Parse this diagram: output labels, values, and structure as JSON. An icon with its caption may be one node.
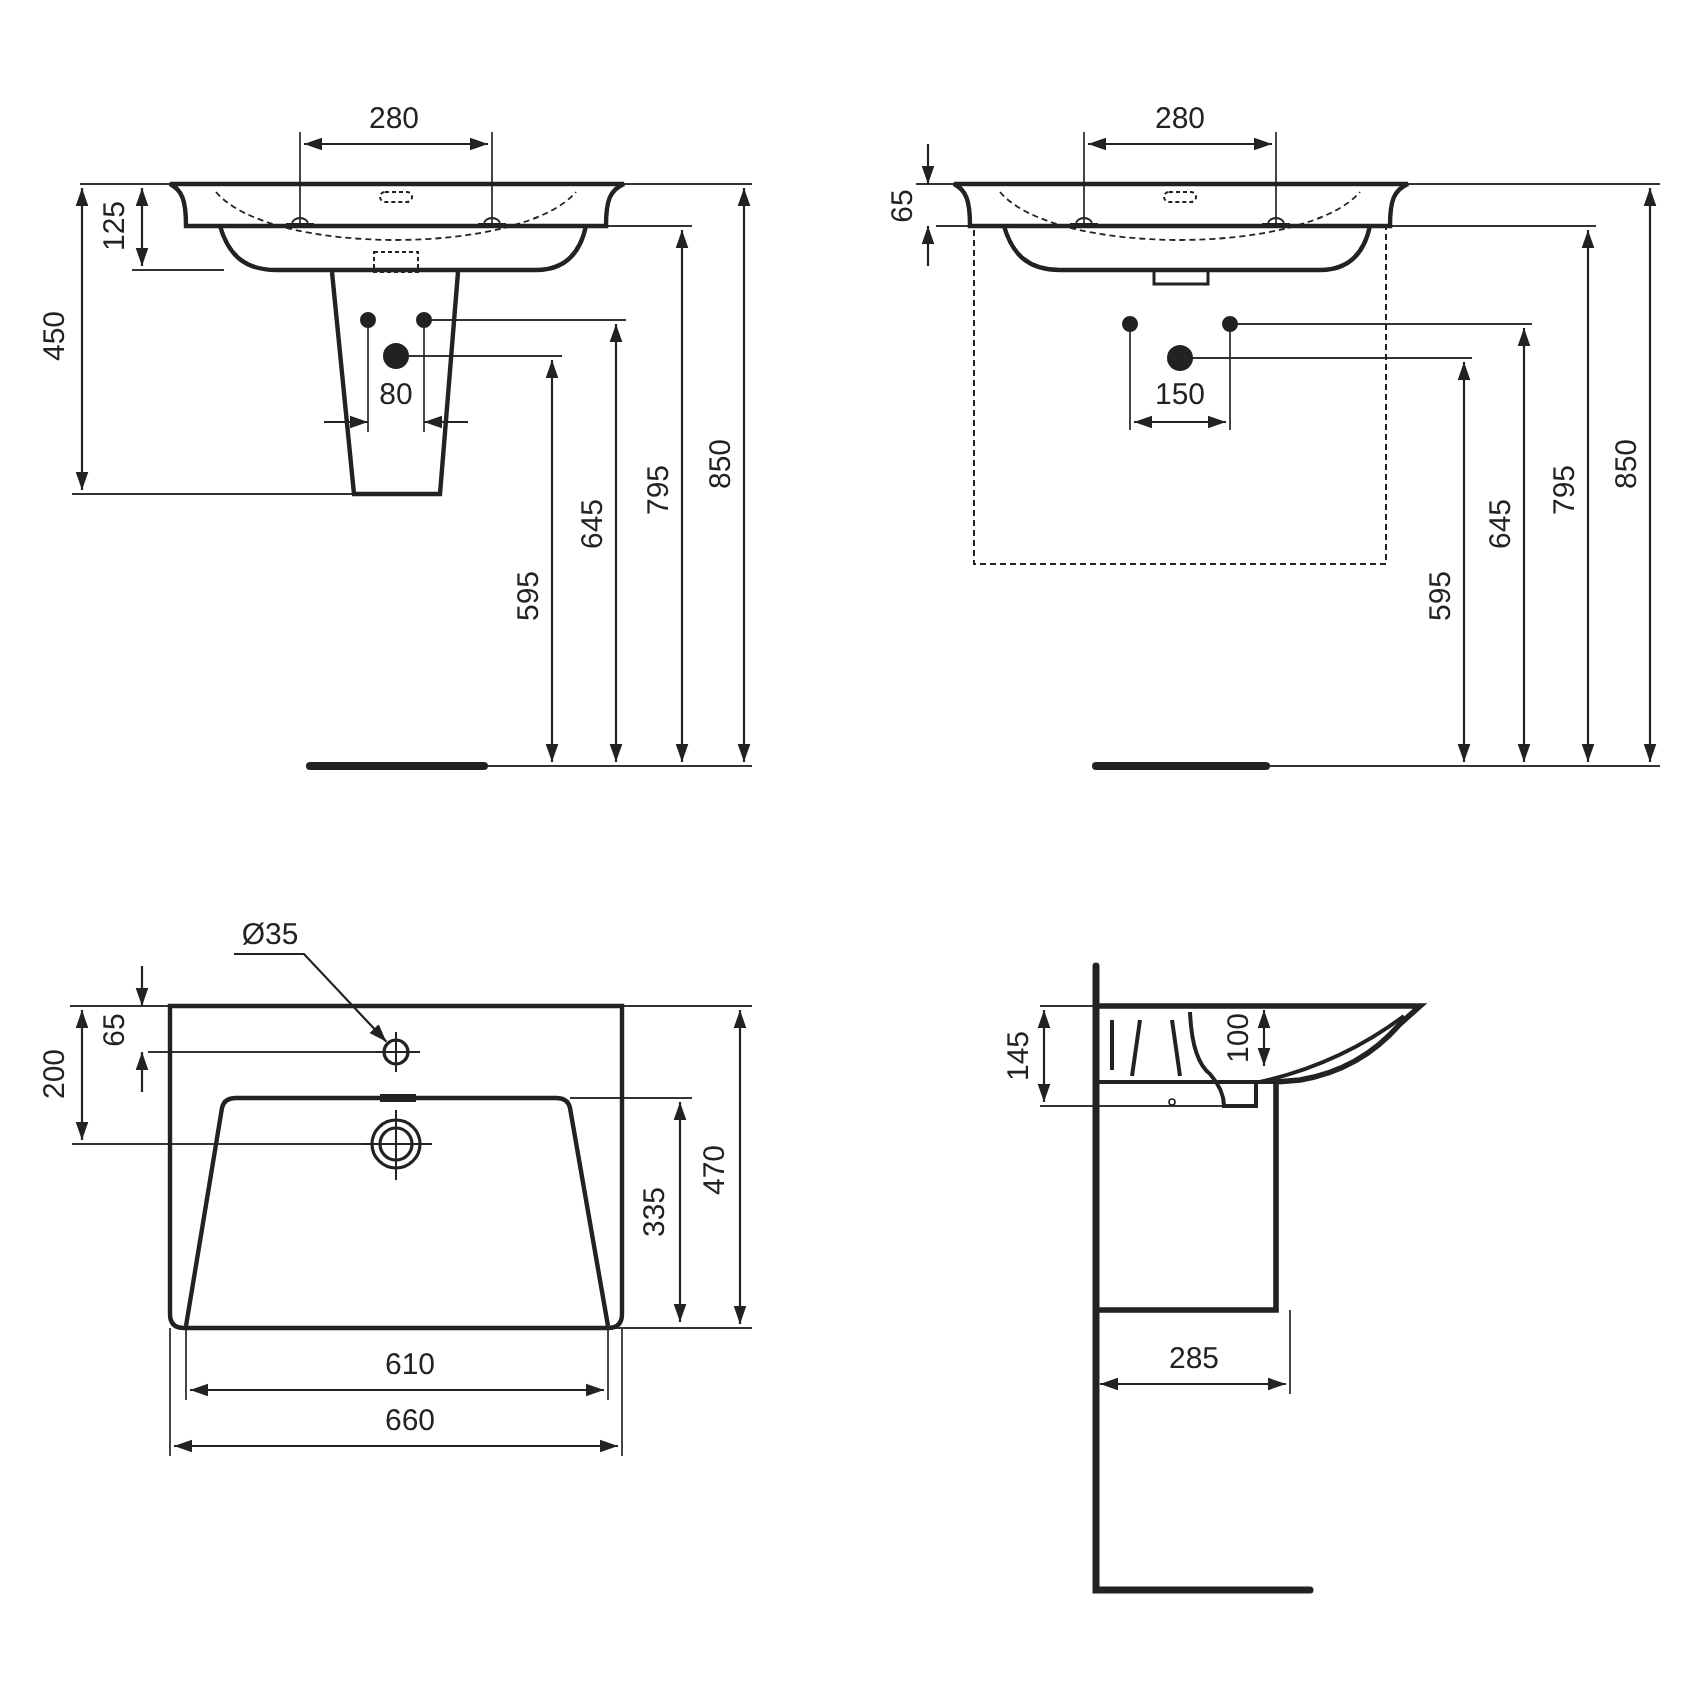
{
  "diagram": {
    "nodes": [
      {
        "text": [
          "Ø35"
        ]
      },
      {
        "text": [],
        "shape": "circle"
      }
    ],
    "edges": [
      {
        "from": 0,
        "to": 1,
        "arrow": "to"
      }
    ],
    "labels": [
      "280",
      "125",
      "450",
      "80",
      "595",
      "645",
      "795",
      "850",
      "280",
      "65",
      "150",
      "595",
      "645",
      "795",
      "850",
      "65",
      "200",
      "335",
      "470",
      "610",
      "660",
      "145",
      "100",
      "285"
    ]
  }
}
